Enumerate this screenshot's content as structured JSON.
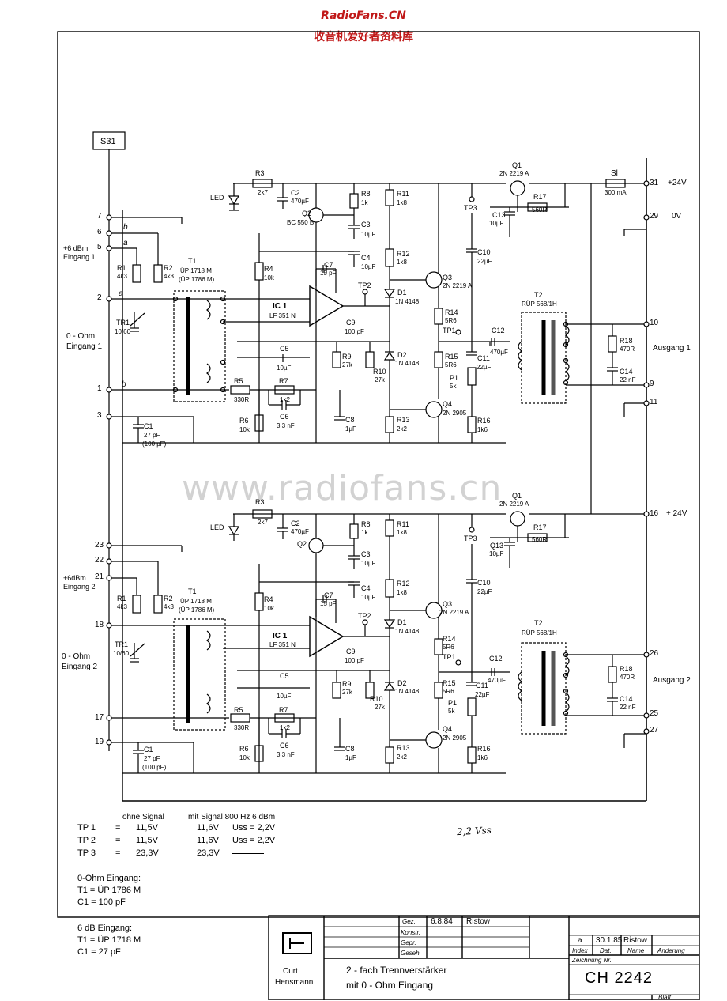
{
  "watermark": {
    "site": "RadioFans.CN",
    "site_cn": "收音机爱好者资料库",
    "center": "www.radiofans.cn"
  },
  "header": {
    "source_box": "S31"
  },
  "channel1": {
    "pins": {
      "p7": "7",
      "p6": "6",
      "p5": "5",
      "p2": "2",
      "p1": "1",
      "p3": "3",
      "p31": "31",
      "p29": "29",
      "p10": "10",
      "p9": "9",
      "p11": "11"
    },
    "supply_pos": "+24V",
    "supply_zero": "0V",
    "input_label_a": "+6 dBm",
    "input_label_b": "Eingang 1",
    "input_zero_a": "0 - Ohm",
    "input_zero_b": "Eingang 1",
    "output_label": "Ausgang 1",
    "wire_a": "a",
    "wire_b": "b",
    "R3": {
      "ref": "R3",
      "val": "2k7"
    },
    "LED": "LED",
    "C2": {
      "ref": "C2",
      "val": "470µF"
    },
    "Q2": {
      "ref": "Q2",
      "val": "BC 550 B"
    },
    "R8": {
      "ref": "R8",
      "val": "1k"
    },
    "C3": {
      "ref": "C3",
      "val": "10µF"
    },
    "C4": {
      "ref": "C4",
      "val": "10µF"
    },
    "R11": {
      "ref": "R11",
      "val": "1k8"
    },
    "R12": {
      "ref": "R12",
      "val": "1k8"
    },
    "TP3": "TP3",
    "TP2": "TP2",
    "TP1": "TP1",
    "Q1": {
      "ref": "Q1",
      "val": "2N 2219 A"
    },
    "R17": {
      "ref": "R17",
      "val": "560R"
    },
    "C13": {
      "ref": "C13",
      "val": "10µF"
    },
    "SI": {
      "ref": "Sl",
      "val": "300 mA"
    },
    "R1": {
      "ref": "R1",
      "val": "4k3"
    },
    "R2": {
      "ref": "R2",
      "val": "4k3"
    },
    "T1": {
      "ref": "T1",
      "val": "ÜP 1718 M",
      "alt": "(ÜP 1786 M)"
    },
    "R4": {
      "ref": "R4",
      "val": "10k"
    },
    "C7": {
      "ref": "C7",
      "val": "15 pF"
    },
    "IC1": {
      "ref": "IC 1",
      "val": "LF 351 N"
    },
    "D1": {
      "ref": "D1",
      "val": "1N 4148"
    },
    "Q3": {
      "ref": "Q3",
      "val": "2N 2219 A"
    },
    "C10": {
      "ref": "C10",
      "val": "22µF"
    },
    "R14": {
      "ref": "R14",
      "val": "5R6"
    },
    "C12": {
      "ref": "C12",
      "val": "470µF"
    },
    "T2": {
      "ref": "T2",
      "val": "RÜP 568/1H"
    },
    "R18": {
      "ref": "R18",
      "val": "470R"
    },
    "C14": {
      "ref": "C14",
      "val": "22 nF"
    },
    "TR1": {
      "ref": "TR1",
      "val": "10/60"
    },
    "C9": {
      "ref": "C9",
      "val": "100 pF"
    },
    "C5": {
      "ref": "C5",
      "val": "10µF"
    },
    "R9": {
      "ref": "R9",
      "val": "27k"
    },
    "R10": {
      "ref": "R10",
      "val": "27k"
    },
    "D2": {
      "ref": "D2",
      "val": "1N 4148"
    },
    "R15": {
      "ref": "R15",
      "val": "5R6"
    },
    "C11": {
      "ref": "C11",
      "val": "22µF"
    },
    "P1": {
      "ref": "P1",
      "val": "5k"
    },
    "R5": {
      "ref": "R5",
      "val": "330R"
    },
    "R7": {
      "ref": "R7",
      "val": "1k2"
    },
    "C6": {
      "ref": "C6",
      "val": "3,3 nF"
    },
    "C8": {
      "ref": "C8",
      "val": "1µF"
    },
    "R6": {
      "ref": "R6",
      "val": "10k"
    },
    "C1": {
      "ref": "C1",
      "val": "27 pF",
      "alt": "(100 pF)"
    },
    "R13": {
      "ref": "R13",
      "val": "2k2"
    },
    "Q4": {
      "ref": "Q4",
      "val": "2N 2905"
    },
    "R16": {
      "ref": "R16",
      "val": "1k6"
    }
  },
  "channel2": {
    "pins": {
      "p23": "23",
      "p22": "22",
      "p21": "21",
      "p18": "18",
      "p17": "17",
      "p19": "19",
      "p16": "16",
      "p26": "26",
      "p25": "25",
      "p27": "27"
    },
    "supply_pos": "+ 24V",
    "input_label_a": "+6dBm",
    "input_label_b": "Eingang 2",
    "input_zero_a": "0 - Ohm",
    "input_zero_b": "Eingang 2",
    "output_label": "Ausgang 2",
    "Q13": {
      "ref": "Q13",
      "val": "10µF"
    },
    "R4_val": "10k",
    "C7_val": "15 pF",
    "R6_val": "10k"
  },
  "notes": {
    "header_a": "ohne Signal",
    "header_b": "mit Signal 800 Hz 6 dBm",
    "rows": [
      {
        "tp": "TP 1",
        "eq": "=",
        "a": "11,5V",
        "b": "11,6V",
        "c": "Uss = 2,2V"
      },
      {
        "tp": "TP 2",
        "eq": "=",
        "a": "11,5V",
        "b": "11,6V",
        "c": "Uss = 2,2V"
      },
      {
        "tp": "TP 3",
        "eq": "=",
        "a": "23,3V",
        "b": "23,3V",
        "c": ""
      }
    ],
    "handwritten": "2,2 Vss",
    "zero_title": "0-Ohm Eingang:",
    "zero_t1": "T1  =  ÜP 1786 M",
    "zero_c1": "C1  =  100 pF",
    "six_title": "6 dB Eingang:",
    "six_t1": "T1  =  ÜP 1718 M",
    "six_c1": "C1  =  27 pF"
  },
  "title_block": {
    "company_a": "Curt",
    "company_b": "Hensmann",
    "gez": "Gez.",
    "konstr": "Konstr.",
    "gepr": "Gepr.",
    "gesehen": "Geseh.",
    "gez_date": "6.8.84",
    "gez_name": "Ristow",
    "title_a": "2 - fach Trennverstärker",
    "title_b": "mit 0 - Ohm Eingang",
    "rev_index": "a",
    "rev_date": "30.1.85",
    "rev_name": "Ristow",
    "col_index": "Index",
    "col_date": "Dat.",
    "col_name": "Name",
    "col_change": "Anderung",
    "drawing_no_label": "Zeichnung Nr.",
    "drawing_no": "CH 2242",
    "sheet_label": "Blatt"
  }
}
